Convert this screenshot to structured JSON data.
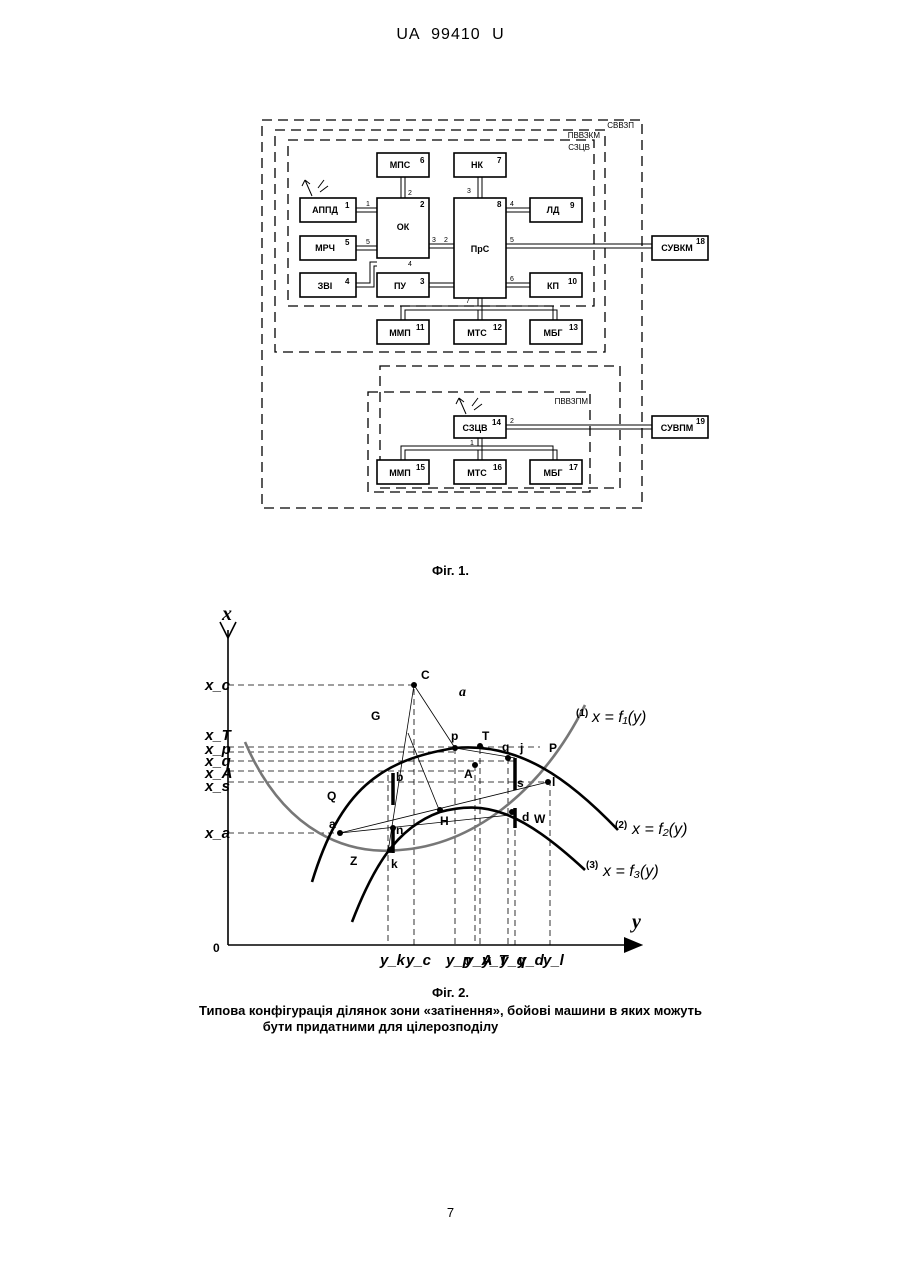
{
  "header": {
    "patent_id": "UA   99410   U"
  },
  "fig1": {
    "caption": "Фіг. 1.",
    "zones": [
      "СВВЗП",
      "ПВВЗКМ",
      "СЗЦВ",
      "ПВВЗПМ"
    ],
    "blocks": [
      {
        "label": "АППД",
        "num": "1"
      },
      {
        "label": "ОК",
        "num": "2"
      },
      {
        "label": "ПУ",
        "num": "3"
      },
      {
        "label": "ЗВІ",
        "num": "4"
      },
      {
        "label": "МРЧ",
        "num": "5"
      },
      {
        "label": "МПС",
        "num": "6"
      },
      {
        "label": "НК",
        "num": "7"
      },
      {
        "label": "ПрС",
        "num": "8"
      },
      {
        "label": "ЛД",
        "num": "9"
      },
      {
        "label": "КП",
        "num": "10"
      },
      {
        "label": "ММП",
        "num": "11"
      },
      {
        "label": "МТС",
        "num": "12"
      },
      {
        "label": "МБГ",
        "num": "13"
      },
      {
        "label": "СЗЦВ",
        "num": "14"
      },
      {
        "label": "ММП",
        "num": "15"
      },
      {
        "label": "МТС",
        "num": "16"
      },
      {
        "label": "МБГ",
        "num": "17"
      },
      {
        "label": "СУВКМ",
        "num": "18"
      },
      {
        "label": "СУВПМ",
        "num": "19"
      }
    ],
    "port_numbers": [
      "1",
      "2",
      "3",
      "4",
      "5",
      "2",
      "3",
      "4",
      "5",
      "6",
      "7",
      "1",
      "2"
    ]
  },
  "fig2": {
    "caption": "Фіг. 2.",
    "description_line1": "Типова конфігурація ділянок зони «затінення», бойові машини в яких можуть",
    "description_line2": "бути придатними для цілерозподілу",
    "axis_x": "x",
    "axis_y": "y",
    "origin": "0",
    "curve_labels": [
      {
        "num": "(1)",
        "formula": "x = f₁(y)"
      },
      {
        "num": "(2)",
        "formula": "x = f₂(y)"
      },
      {
        "num": "(3)",
        "formula": "x = f₃(y)"
      }
    ],
    "x_ticks": [
      "x_c",
      "x_T",
      "x_p",
      "x_q",
      "x_A",
      "x_s",
      "x_a"
    ],
    "y_ticks": [
      "y_k",
      "y_c",
      "y_p",
      "y_A",
      "y_T",
      "y_q",
      "y_d",
      "y_l"
    ],
    "points": [
      "C",
      "a",
      "G",
      "p",
      "T",
      "q",
      "j",
      "P",
      "b",
      "A",
      "s",
      "l",
      "Q",
      "H",
      "n",
      "d",
      "W",
      "Z",
      "k"
    ]
  },
  "footer": {
    "page_number": "7"
  }
}
